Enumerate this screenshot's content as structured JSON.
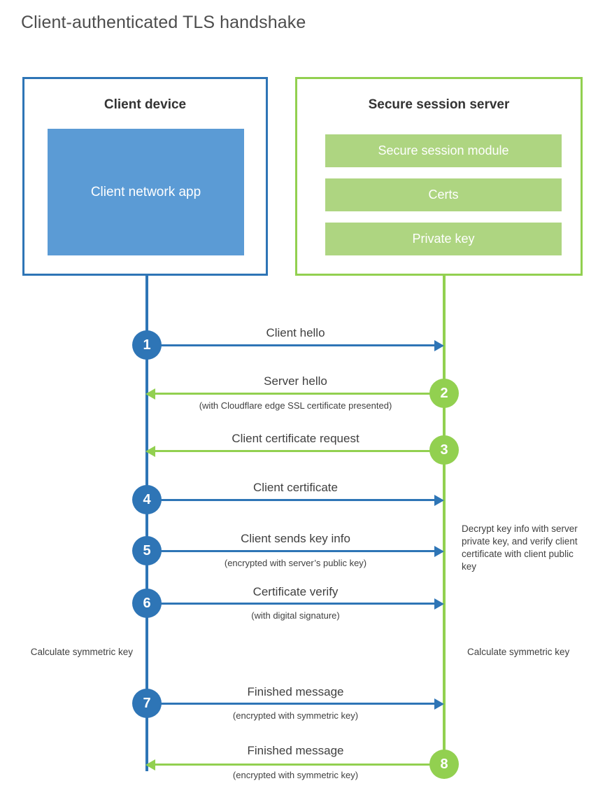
{
  "title": "Client-authenticated TLS handshake",
  "colors": {
    "client_blue": "#2e75b6",
    "client_app_fill": "#5b9bd5",
    "server_green": "#92d050",
    "server_bar_fill": "#aed581",
    "text_gray": "#404040",
    "title_gray": "#4d4d4d"
  },
  "client": {
    "title": "Client device",
    "app_label": "Client network app"
  },
  "server": {
    "title": "Secure session server",
    "bars": [
      {
        "label": "Secure session module"
      },
      {
        "label": "Certs"
      },
      {
        "label": "Private key"
      }
    ]
  },
  "steps": [
    {
      "number": "1",
      "label": "Client hello",
      "sublabel": "",
      "direction": "client-to-server",
      "color": "blue"
    },
    {
      "number": "2",
      "label": "Server hello",
      "sublabel": "(with Cloudflare edge SSL certificate presented)",
      "direction": "server-to-client",
      "color": "green"
    },
    {
      "number": "3",
      "label": "Client certificate request",
      "sublabel": "",
      "direction": "server-to-client",
      "color": "green"
    },
    {
      "number": "4",
      "label": "Client certificate",
      "sublabel": "",
      "direction": "client-to-server",
      "color": "blue"
    },
    {
      "number": "5",
      "label": "Client sends key info",
      "sublabel": "(encrypted with server’s public key)",
      "direction": "client-to-server",
      "color": "blue"
    },
    {
      "number": "6",
      "label": "Certificate verify",
      "sublabel": "(with digital signature)",
      "direction": "client-to-server",
      "color": "blue"
    },
    {
      "number": "7",
      "label": "Finished message",
      "sublabel": "(encrypted with symmetric key)",
      "direction": "client-to-server",
      "color": "blue"
    },
    {
      "number": "8",
      "label": "Finished message",
      "sublabel": "(encrypted with symmetric key)",
      "direction": "server-to-client",
      "color": "green"
    }
  ],
  "annotations": {
    "client_calculate": "Calculate symmetric key",
    "server_calculate": "Calculate symmetric key",
    "server_decrypt": "Decrypt key info with server private key, and verify client certificate with client public key"
  }
}
